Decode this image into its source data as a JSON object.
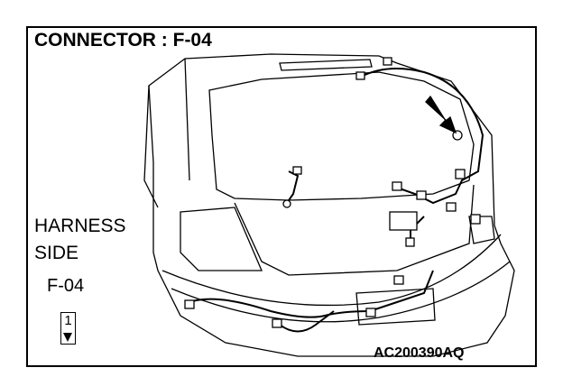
{
  "title": "CONNECTOR : F-04",
  "harness_label_line1": "HARNESS",
  "harness_label_line2": "SIDE",
  "connector_id": "F-04",
  "pin_number": "1",
  "figure_code": "AC200390AQ"
}
